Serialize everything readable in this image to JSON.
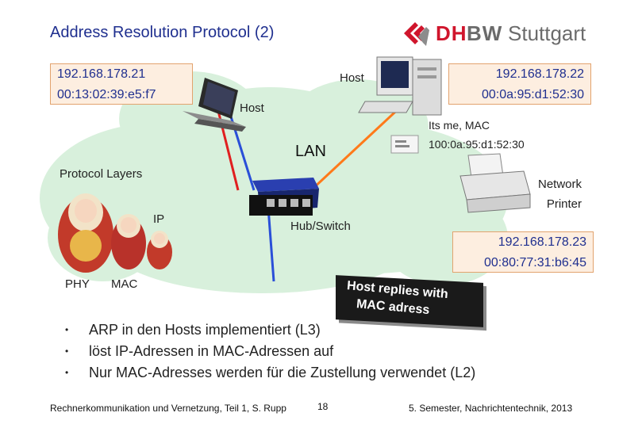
{
  "header": {
    "title": "Address Resolution Protocol (2)",
    "logo": {
      "part1": "DH",
      "part2": "BW",
      "city": "Stuttgart",
      "brand_color": "#d0152c"
    }
  },
  "hosts": {
    "host_a": {
      "label": "Host",
      "ip": "192.168.178.21",
      "mac": "00:13:02:39:e5:f7"
    },
    "host_b": {
      "label": "Host",
      "ip": "192.168.178.22",
      "mac": "00:0a:95:d1:52:30"
    }
  },
  "reply_card": {
    "line1": "Its me, MAC",
    "line2": "100:0a:95:d1:52:30"
  },
  "network": {
    "lan_label": "LAN",
    "hub_label": "Hub/Switch"
  },
  "printer": {
    "line1": "Network",
    "line2": "Printer",
    "ip": "192.168.178.23",
    "mac": "00:80:77:31:b6:45"
  },
  "layers": {
    "title": "Protocol Layers",
    "ip": "IP",
    "phy": "PHY",
    "mac": "MAC"
  },
  "callout": {
    "line1": "Host replies with",
    "line2": "MAC adress"
  },
  "bullets": [
    "ARP in den Hosts implementiert (L3)",
    "löst IP-Adressen in MAC-Adressen auf",
    "Nur MAC-Adresses werden für die Zustellung verwendet (L2)"
  ],
  "footer": {
    "left": "Rechnerkommunikation und Vernetzung, Teil 1, S. Rupp",
    "page": "18",
    "right": "5. Semester, Nachrichtentechnik, 2013"
  },
  "colors": {
    "title": "#1f2f8f",
    "cloud": "#d8f0dc",
    "request_arrow": "#ff7a1a",
    "reply_arrow": "#e02020",
    "path_arrow": "#2a4fd8"
  }
}
